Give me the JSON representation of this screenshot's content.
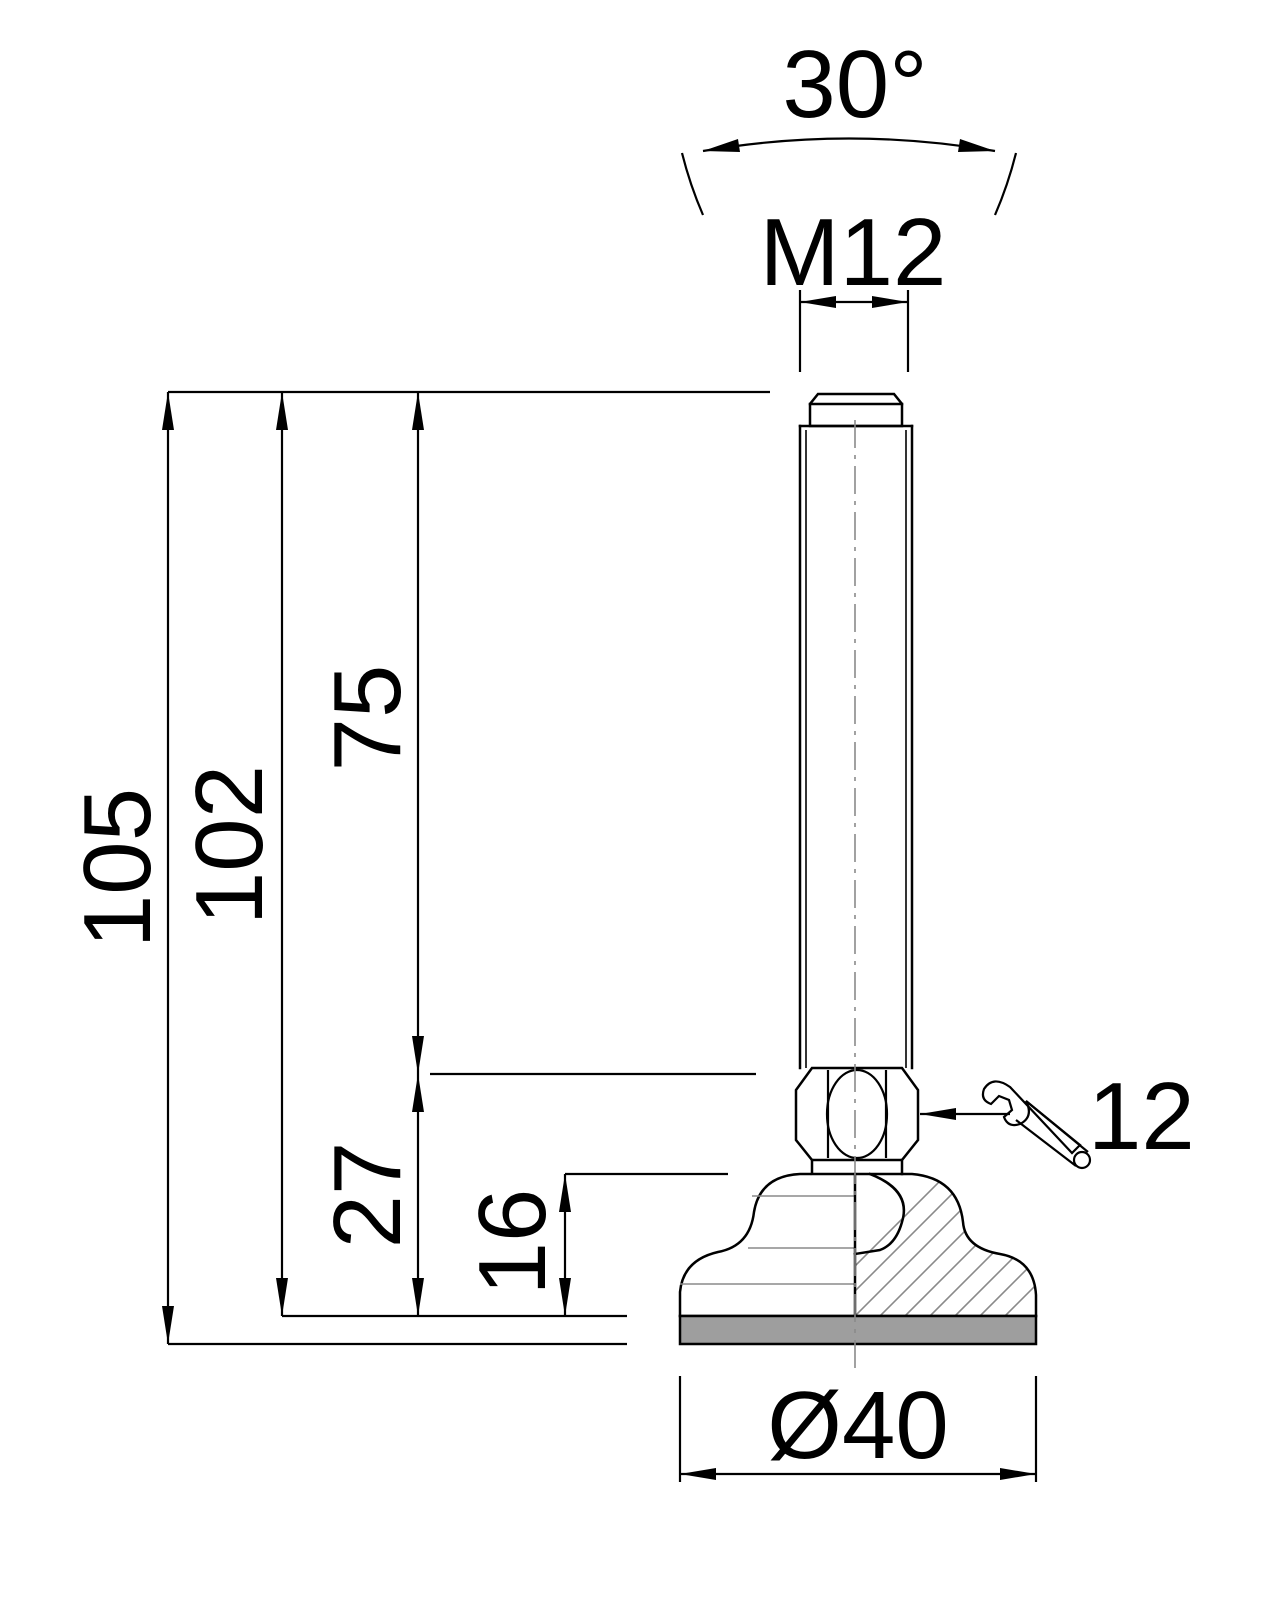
{
  "drawing": {
    "dimensions": {
      "overall_height": "105",
      "height_to_foot": "102",
      "thread_length": "75",
      "adjust_height": "27",
      "base_height": "16",
      "thread_size": "M12",
      "swivel_angle": "30°",
      "base_diameter": "Ø40",
      "wrench_size": "12"
    },
    "colors": {
      "line": "#000000",
      "hatch": "#8a8a8a",
      "rubber_pad": "#9e9e9e"
    },
    "icons": [
      "wrench-icon"
    ]
  }
}
